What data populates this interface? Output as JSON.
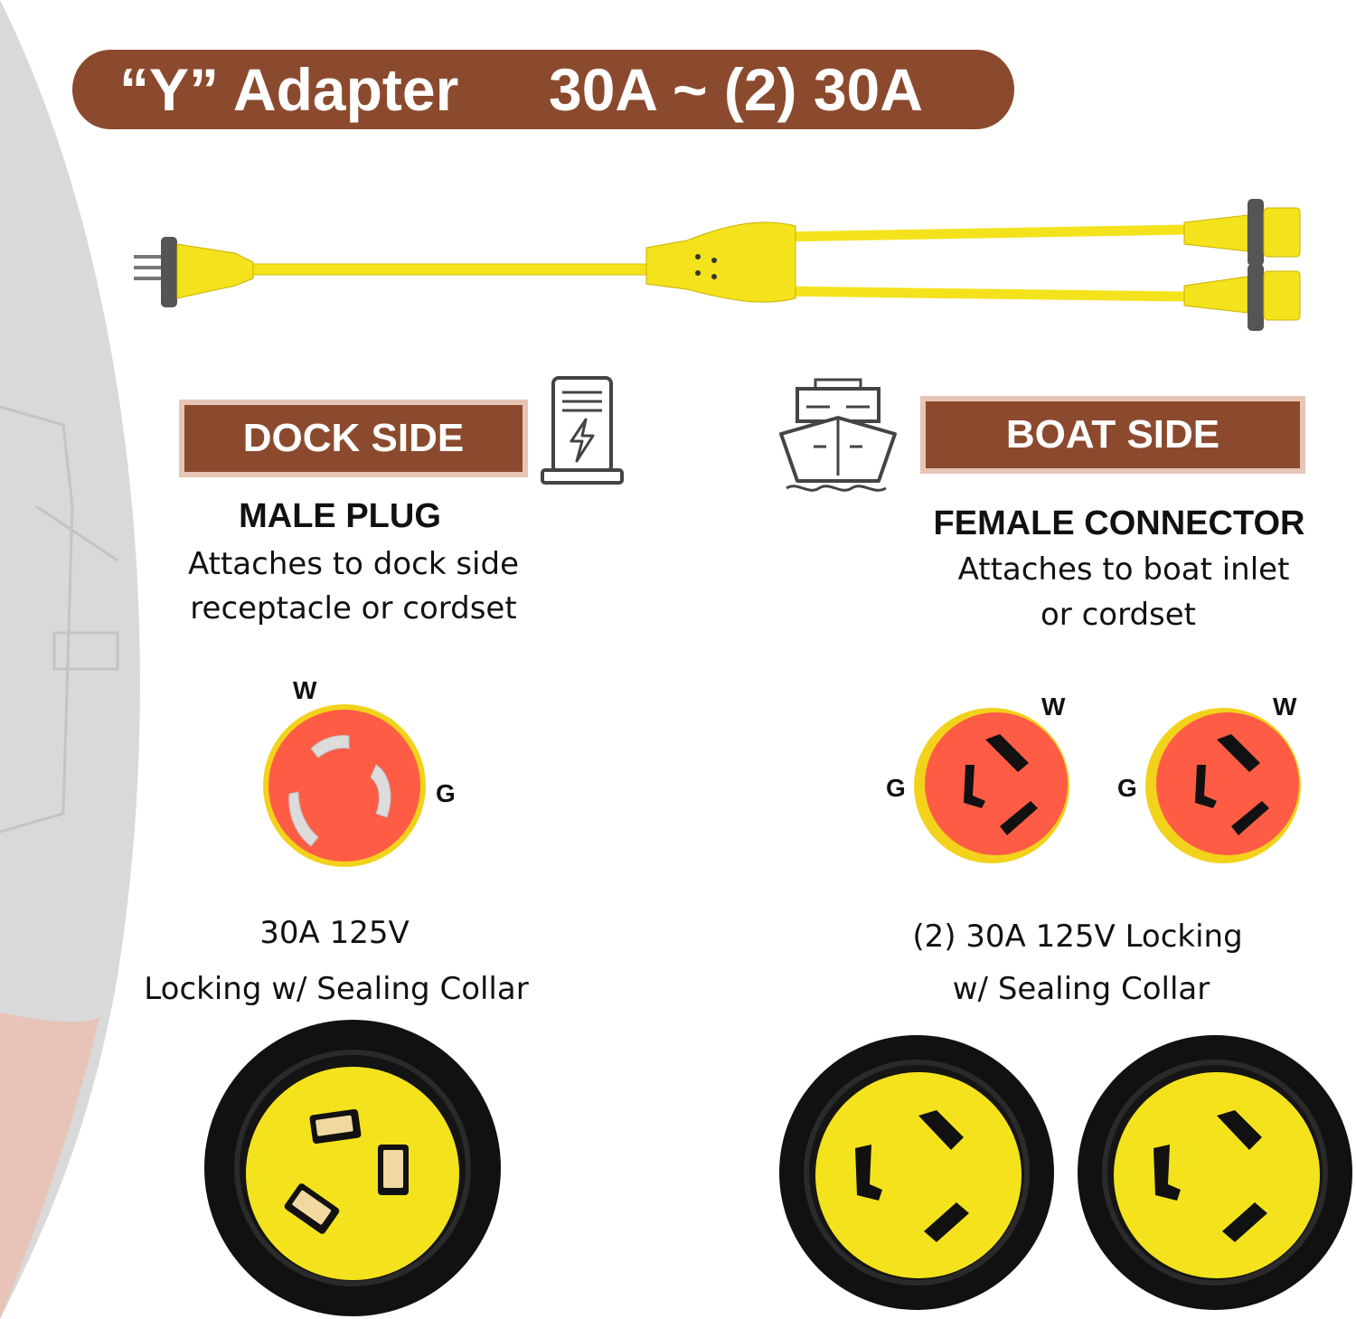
{
  "title": {
    "part1": "“Y” Adapter",
    "part2": "30A ~ (2) 30A"
  },
  "dock": {
    "label": "DOCK SIDE",
    "heading": "MALE PLUG",
    "desc_line1": "Attaches to dock side",
    "desc_line2": "receptacle or cordset",
    "pin_w": "W",
    "pin_g": "G",
    "rating_line1": "30A 125V",
    "rating_line2": "Locking w/ Sealing Collar"
  },
  "boat": {
    "label": "BOAT SIDE",
    "heading": "FEMALE CONNECTOR",
    "desc_line1": "Attaches to boat inlet",
    "desc_line2": "or cordset",
    "pin_w": "W",
    "pin_g": "G",
    "rating_line1": "(2) 30A 125V Locking",
    "rating_line2": "w/ Sealing Collar"
  },
  "icons": {
    "dock": "charging-station-icon",
    "boat": "boat-icon"
  },
  "colors": {
    "banner": "#8b4a2e",
    "banner_border": "#e7c5b6",
    "cord": "#f4e31c",
    "face": "#ff5c45",
    "ring": "#f2d21a"
  }
}
